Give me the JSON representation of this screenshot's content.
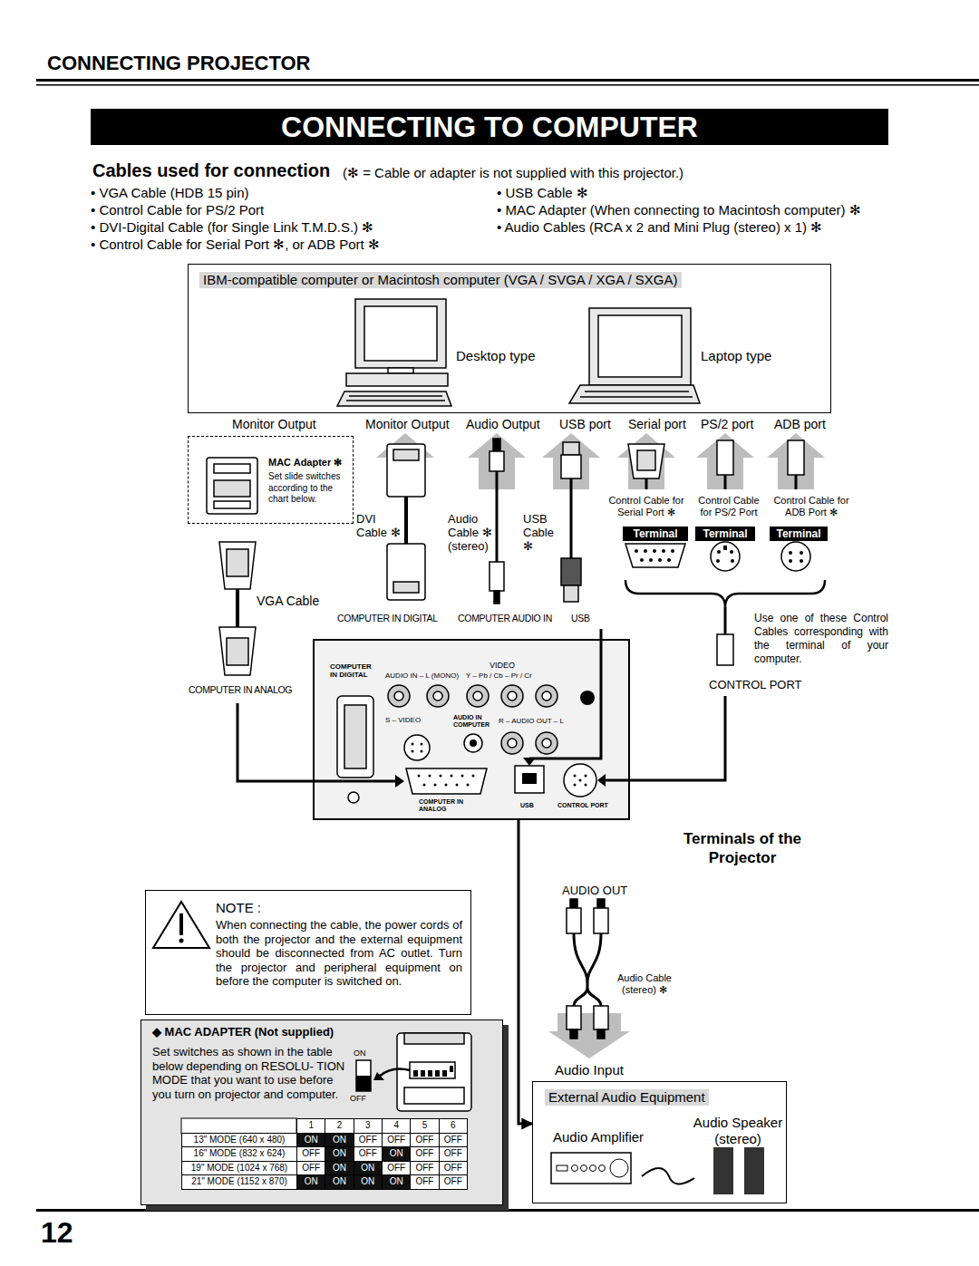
{
  "diagram": {
    "title": "CONNECTING TO COMPUTER",
    "nodes": [
      {
        "text": [
          "IBM-compatible computer or Macintosh computer (VGA / SVGA / XGA / SXGA)",
          "Desktop type",
          "Laptop type"
        ]
      },
      {
        "text": [
          "MAC Adapter ✻",
          "Set slide switches according to the chart below."
        ]
      },
      {
        "text": [
          "Terminals of the Projector"
        ]
      },
      {
        "text": [
          "NOTE :",
          "When connecting the cable, the power cords of both the projector and the external equipment should be disconnected from AC outlet. Turn the projector and peripheral equipment on before the computer is switched on."
        ]
      },
      {
        "text": [
          "◆ MAC ADAPTER (Not supplied)",
          "Set switches as shown in the table below depending on RESOLU- TION MODE that you want to use before you turn on projector and computer."
        ]
      },
      {
        "text": [
          "External Audio Equipment",
          "Audio Amplifier",
          "Audio Speaker (stereo)"
        ]
      }
    ],
    "edges": [
      {
        "from": 2,
        "to": 5,
        "arrow": "to"
      }
    ],
    "labels": [
      "CONNECTING PROJECTOR",
      "Cables used for connection",
      "(✻ = Cable or adapter is not supplied with this projector.)",
      "• VGA Cable (HDB 15 pin)",
      "• Control Cable for PS/2 Port",
      "• DVI-Digital Cable (for Single Link T.M.D.S.) ✻",
      "• Control Cable for Serial Port ✻, or ADB Port ✻",
      "• USB Cable ✻",
      "• MAC Adapter (When connecting to Macintosh computer) ✻",
      "• Audio Cables (RCA x 2 and Mini Plug (stereo) x 1) ✻",
      "Monitor Output",
      "Monitor Output",
      "Audio Output",
      "USB port",
      "Serial port",
      "PS/2 port",
      "ADB port",
      "DVI Cable ✻",
      "Audio Cable ✻ (stereo)",
      "USB Cable ✻",
      "Control Cable for Serial Port ✻",
      "Control Cable for PS/2 Port",
      "Control Cable for ADB Port ✻",
      "Terminal",
      "Terminal",
      "Terminal",
      "VGA Cable",
      "COMPUTER IN DIGITAL",
      "COMPUTER AUDIO IN",
      "USB",
      "Use one of these Control Cables corresponding with the terminal of your computer.",
      "CONTROL PORT",
      "COMPUTER IN ANALOG",
      "COMPUTER IN DIGITAL",
      "AUDIO IN – L (MONO)",
      "VIDEO",
      "Y – Pb / Cb – Pr / Cr",
      "S – VIDEO",
      "AUDIO IN COMPUTER",
      "R – AUDIO OUT – L",
      "COMPUTER IN ANALOG",
      "USB",
      "CONTROL PORT",
      "AUDIO OUT",
      "Audio Cable (stereo) ✻",
      "Audio Input",
      "ON",
      "OFF",
      "12",
      "1",
      "2",
      "3",
      "4",
      "5",
      "6",
      "13\" MODE (640 x 480)",
      "ON",
      "ON",
      "OFF",
      "OFF",
      "OFF",
      "OFF",
      "16\" MODE (832 x 624)",
      "OFF",
      "ON",
      "OFF",
      "ON",
      "OFF",
      "OFF",
      "19\" MODE (1024 x 768)",
      "OFF",
      "ON",
      "ON",
      "OFF",
      "OFF",
      "OFF",
      "21\" MODE (1152 x 870)",
      "ON",
      "ON",
      "ON",
      "ON",
      "OFF",
      "OFF"
    ]
  }
}
